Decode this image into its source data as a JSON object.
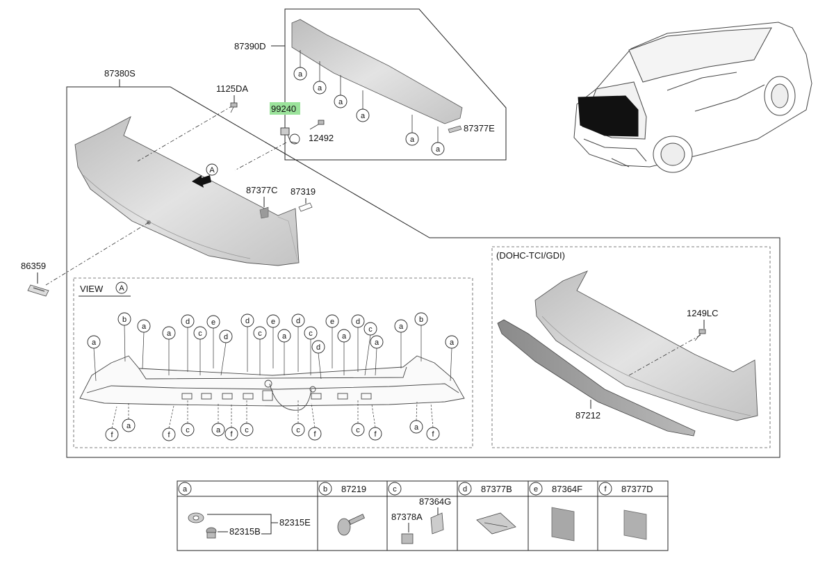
{
  "callouts": {
    "p87390D": "87390D",
    "p87380S": "87380S",
    "p1125DA": "1125DA",
    "p99240": "99240",
    "p12492": "12492",
    "p87377E": "87377E",
    "p87377C": "87377C",
    "p87319": "87319",
    "p86359": "86359",
    "p1249LC": "1249LC",
    "p87212": "87212"
  },
  "highlight": {
    "part": "99240",
    "color": "#9be39b"
  },
  "view": {
    "label": "VIEW",
    "ref": "A"
  },
  "arrow_ref": "A",
  "variant": {
    "label": "(DOHC-TCI/GDI)"
  },
  "spoiler_top_letters": [
    "a",
    "a",
    "a",
    "a",
    "a",
    "a"
  ],
  "view_top_letters": [
    "a",
    "b",
    "a",
    "a",
    "d",
    "c",
    "e",
    "d",
    "d",
    "c",
    "e",
    "a",
    "d",
    "c",
    "d",
    "e",
    "a",
    "d",
    "c",
    "a",
    "a",
    "b",
    "a"
  ],
  "view_bottom_letters": [
    "f",
    "a",
    "f",
    "c",
    "a",
    "f",
    "c",
    "c",
    "f",
    "c",
    "f",
    "a",
    "f"
  ],
  "legend": [
    {
      "letter": "a",
      "part": "",
      "subparts": [
        "82315B",
        "82315E"
      ]
    },
    {
      "letter": "b",
      "part": "87219"
    },
    {
      "letter": "c",
      "part": "",
      "subparts": [
        "87364G",
        "87378A"
      ]
    },
    {
      "letter": "d",
      "part": "87377B"
    },
    {
      "letter": "e",
      "part": "87364F"
    },
    {
      "letter": "f",
      "part": "87377D"
    }
  ],
  "colors": {
    "part_fill": "#d4d4d4",
    "line": "#222222",
    "highlight": "#9be39b"
  }
}
